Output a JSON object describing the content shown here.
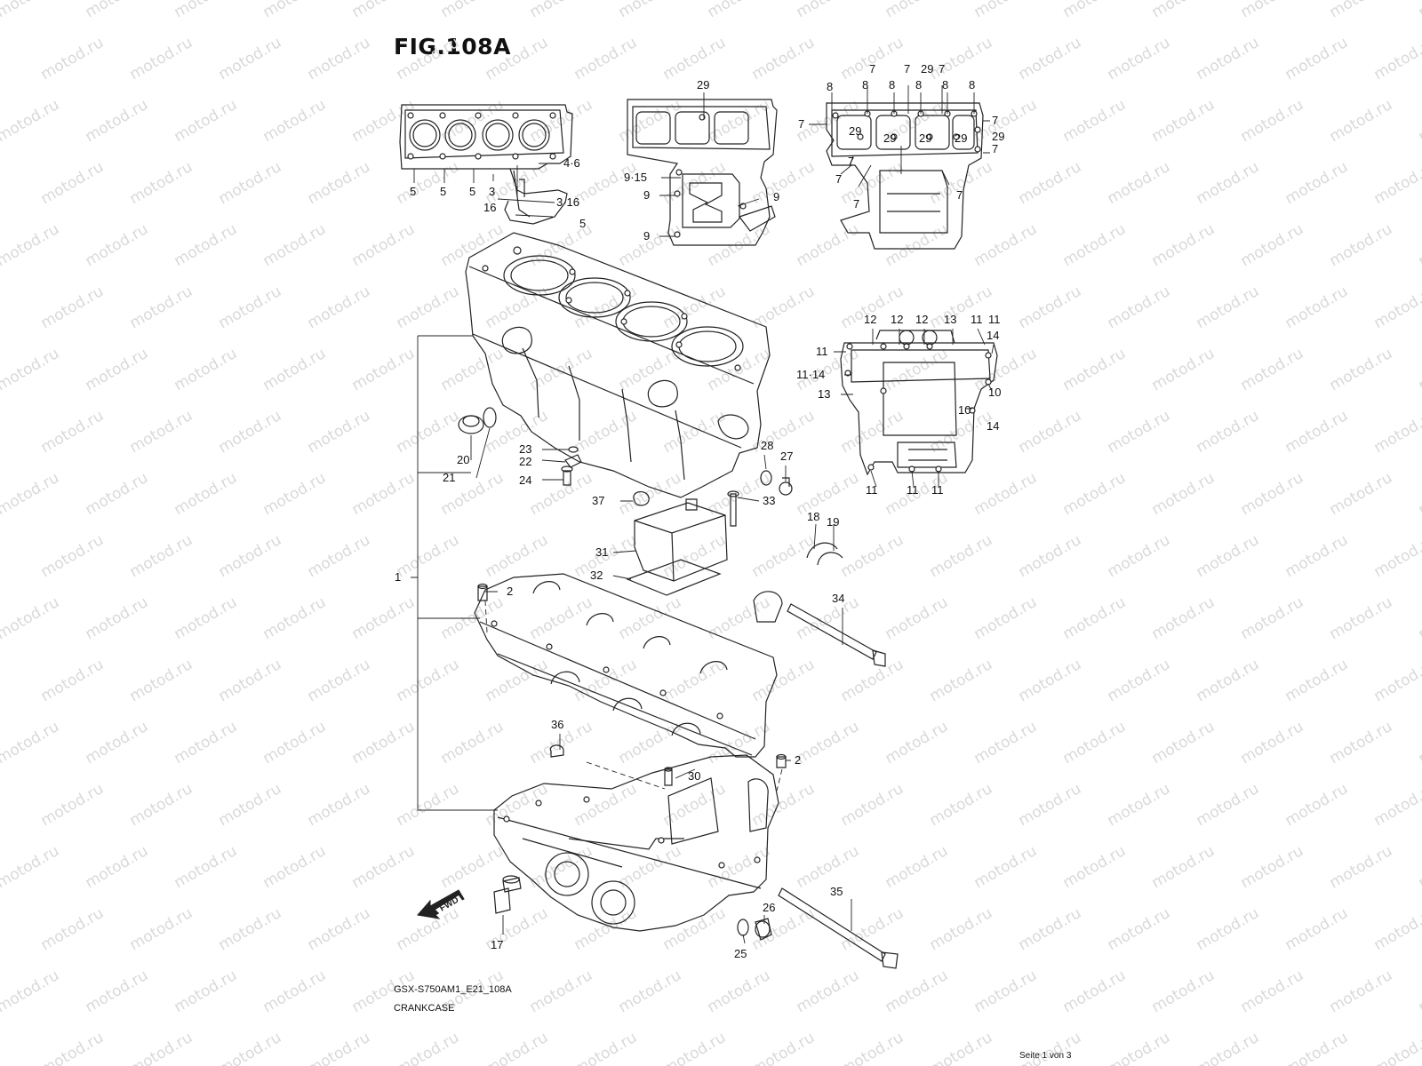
{
  "title": "FIG.108A",
  "model_code": "GSX-S750AM1_E21_108A",
  "section": "CRANKCASE",
  "page_info": "Seite 1 von 3",
  "watermark": "motod.ru",
  "fwd_label": "FWD",
  "callouts": {
    "c_4_6": "4·6",
    "c_5a": "5",
    "c_5b": "5",
    "c_5c": "5",
    "c_3a": "3",
    "c_16a": "16",
    "c_3_16": "3·16",
    "c_5d": "5",
    "c_29a": "29",
    "c_9_15": "9·15",
    "c_9a": "9",
    "c_9b": "9",
    "c_9c": "9",
    "c_7a": "7",
    "c_7b": "7",
    "c_29b": "29",
    "c_7c": "7",
    "c_8a": "8",
    "c_8b": "8",
    "c_8c": "8",
    "c_8d": "8",
    "c_8e": "8",
    "c_8f": "8",
    "c_7d": "7",
    "c_7e": "7",
    "c_29c": "29",
    "c_29d": "29",
    "c_29e": "29",
    "c_29f": "29",
    "c_29g": "29",
    "c_7f": "7",
    "c_7g": "7",
    "c_7h": "7",
    "c_7i": "7",
    "c_7j": "7",
    "c_12a": "12",
    "c_12b": "12",
    "c_12c": "12",
    "c_13a": "13",
    "c_11a": "11",
    "c_11b": "11",
    "c_11c": "11",
    "c_14a": "14",
    "c_11_14": "11·14",
    "c_13b": "13",
    "c_10a": "10",
    "c_10b": "10",
    "c_14b": "14",
    "c_11d": "11",
    "c_11e": "11",
    "c_11f": "11",
    "c_20": "20",
    "c_21": "21",
    "c_23": "23",
    "c_22": "22",
    "c_24": "24",
    "c_28": "28",
    "c_27": "27",
    "c_37": "37",
    "c_33": "33",
    "c_31": "31",
    "c_32": "32",
    "c_18": "18",
    "c_19": "19",
    "c_1": "1",
    "c_2a": "2",
    "c_34": "34",
    "c_36": "36",
    "c_2b": "2",
    "c_30": "30",
    "c_35": "35",
    "c_17": "17",
    "c_26": "26",
    "c_25": "25"
  }
}
